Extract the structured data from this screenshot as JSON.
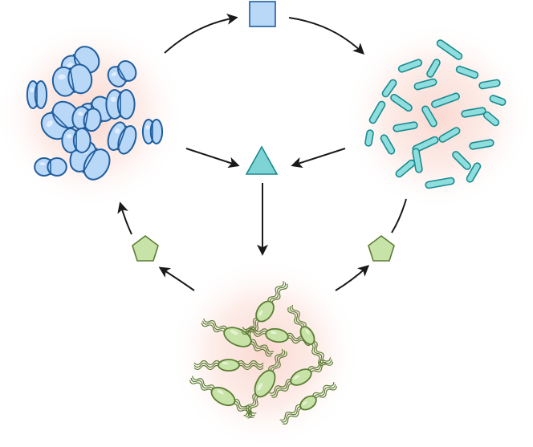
{
  "diagram": {
    "colors": {
      "cocci_fill": "#b9d7f7",
      "cocci_stroke": "#1f5e9e",
      "rods_fill": "#8fdede",
      "rods_stroke": "#1a8a90",
      "flagellated_fill": "#c8e3a7",
      "flagellated_stroke": "#5b7d35",
      "halo": "#f7b9ab",
      "square_fill": "#b9d7f7",
      "triangle_fill": "#7ed4d4",
      "pentagon_fill": "#c8e3a7",
      "arrow": "#1a1a1a"
    },
    "nodes": [
      {
        "id": "cocci-cluster",
        "icon": "blue-cocci-bacteria"
      },
      {
        "id": "rod-cluster",
        "icon": "teal-rod-bacteria"
      },
      {
        "id": "flagellated-cluster",
        "icon": "green-flagellated-bacteria"
      }
    ],
    "signals": [
      {
        "id": "square-signal",
        "icon": "blue-square"
      },
      {
        "id": "triangle-signal",
        "icon": "teal-triangle"
      },
      {
        "id": "pentagon-signal-left",
        "icon": "green-pentagon"
      },
      {
        "id": "pentagon-signal-right",
        "icon": "green-pentagon"
      }
    ],
    "edges": [
      {
        "from": "cocci-cluster",
        "to": "square-signal"
      },
      {
        "from": "square-signal",
        "to": "rod-cluster"
      },
      {
        "from": "cocci-cluster",
        "to": "triangle-signal"
      },
      {
        "from": "rod-cluster",
        "to": "triangle-signal"
      },
      {
        "from": "triangle-signal",
        "to": "flagellated-cluster"
      },
      {
        "from": "flagellated-cluster",
        "to": "pentagon-signal-left"
      },
      {
        "from": "pentagon-signal-left",
        "to": "cocci-cluster"
      },
      {
        "from": "flagellated-cluster",
        "to": "pentagon-signal-right"
      },
      {
        "from": "pentagon-signal-right",
        "to": "rod-cluster"
      }
    ]
  }
}
